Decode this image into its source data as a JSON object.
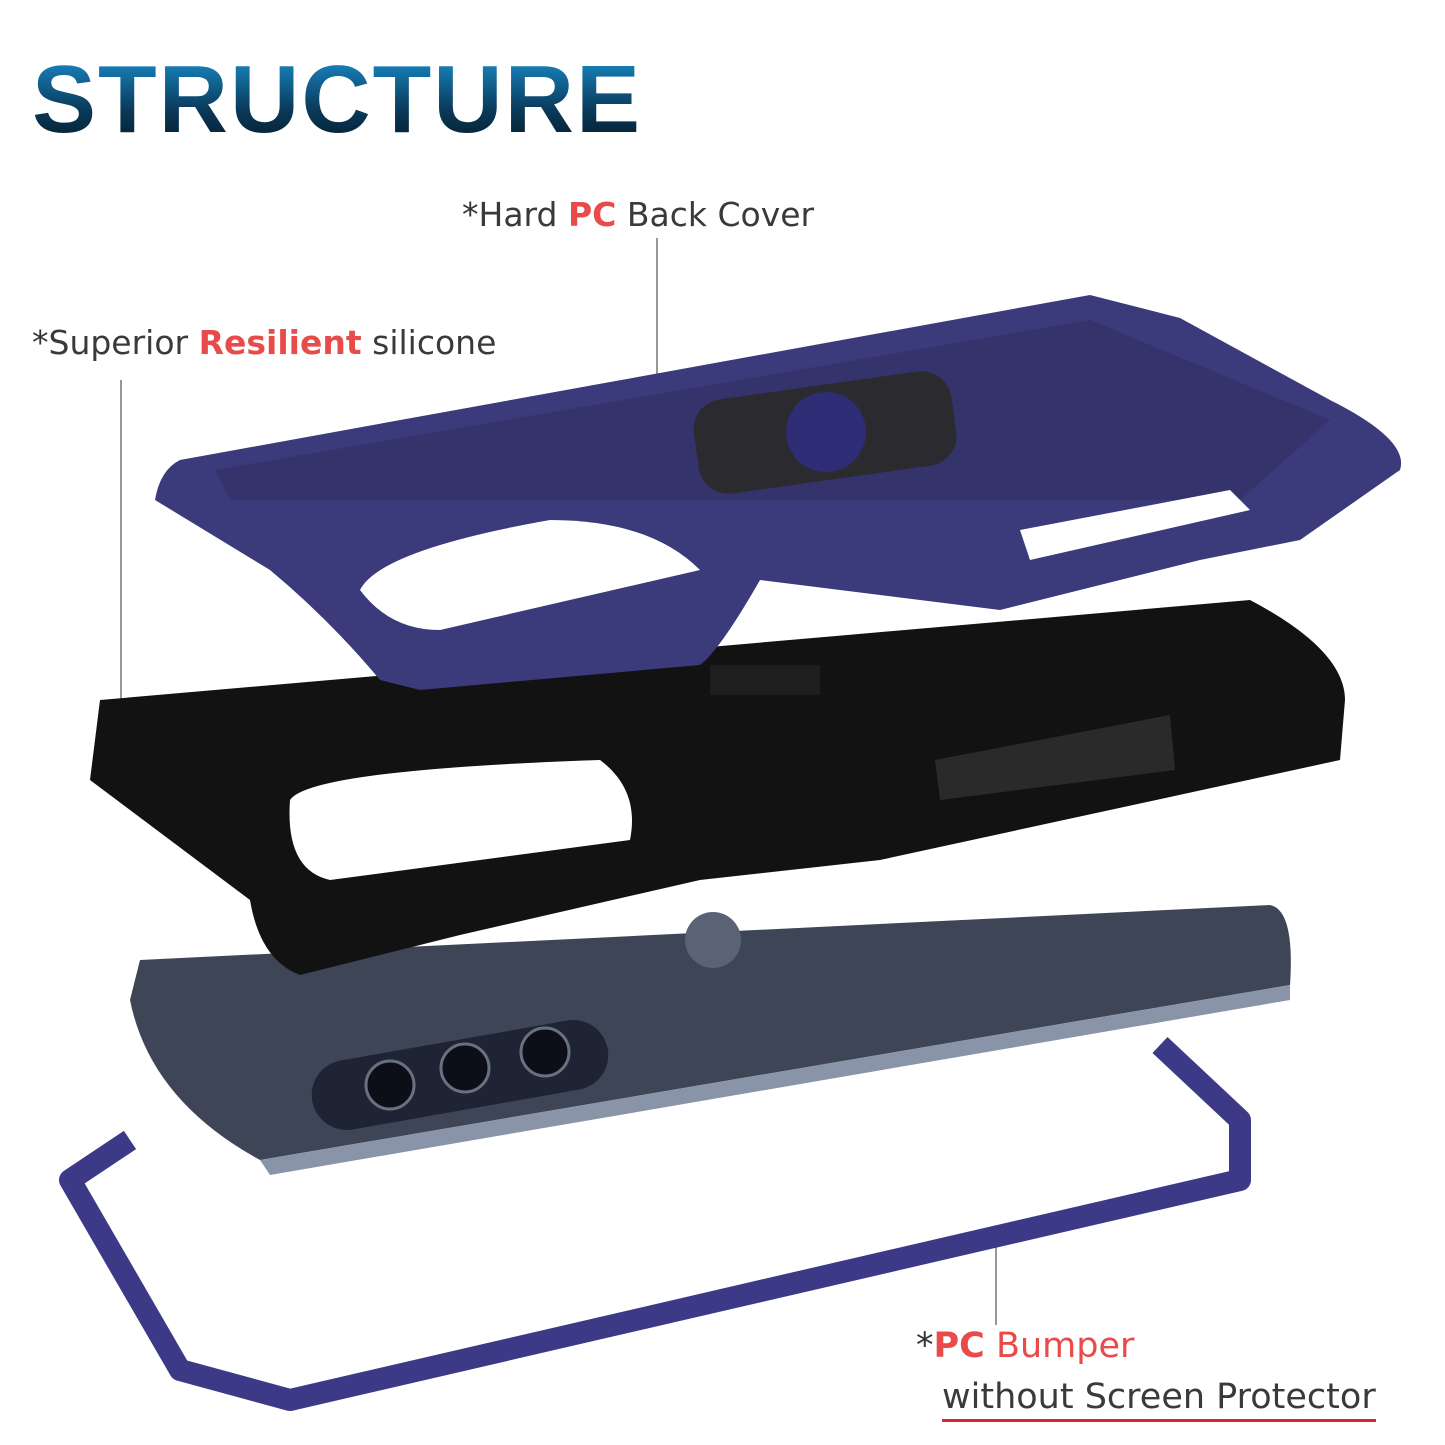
{
  "title": "STRUCTURE",
  "labels": {
    "back_cover": {
      "star": "*",
      "pre": "Hard ",
      "highlight": "PC",
      "post": " Back Cover"
    },
    "silicone": {
      "star": "*",
      "pre": "Superior ",
      "highlight": "Resilient",
      "post": " silicone"
    },
    "bumper": {
      "star": "*",
      "highlight": "PC",
      "post": " Bumper",
      "line2": "without Screen Protector"
    }
  },
  "colors": {
    "accent": "#e94a4a",
    "case_blue": "#3b3a7a",
    "silicone": "#111111",
    "phone": "#3d4556",
    "title_top": "#1a90d0",
    "title_bottom": "#051a28"
  }
}
